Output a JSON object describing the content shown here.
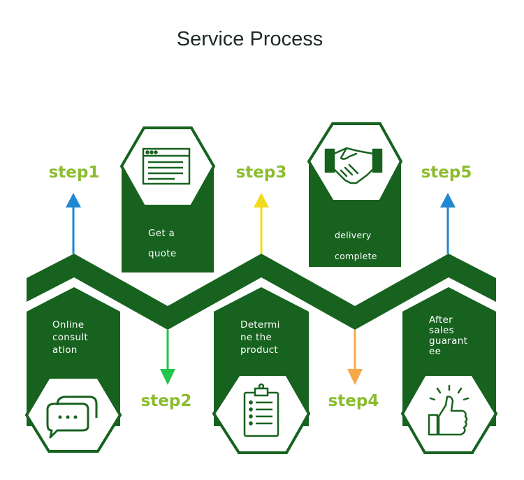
{
  "title": "Service Process",
  "colors": {
    "green_dark": "#17621f",
    "step_label": "#8bbc2e",
    "arrow_step1": "#1e88d2",
    "arrow_step2": "#22c44a",
    "arrow_step3": "#f0dc1c",
    "arrow_step4": "#f7a94a",
    "arrow_step5": "#1e88d2"
  },
  "steps": [
    {
      "label": "step1",
      "text": "Online\nconsult\nation",
      "icon": "chat-bubbles-icon"
    },
    {
      "label": "step2",
      "text": "Get a\nquote",
      "icon": "browser-window-icon"
    },
    {
      "label": "step3",
      "text": "Determi\nne the\nproduct",
      "icon": "clipboard-checklist-icon"
    },
    {
      "label": "step4",
      "text": "delivery\ncomplete",
      "icon": "handshake-icon"
    },
    {
      "label": "step5",
      "text": "After\nsales\nguarant\nee",
      "icon": "thumbs-up-icon"
    }
  ]
}
